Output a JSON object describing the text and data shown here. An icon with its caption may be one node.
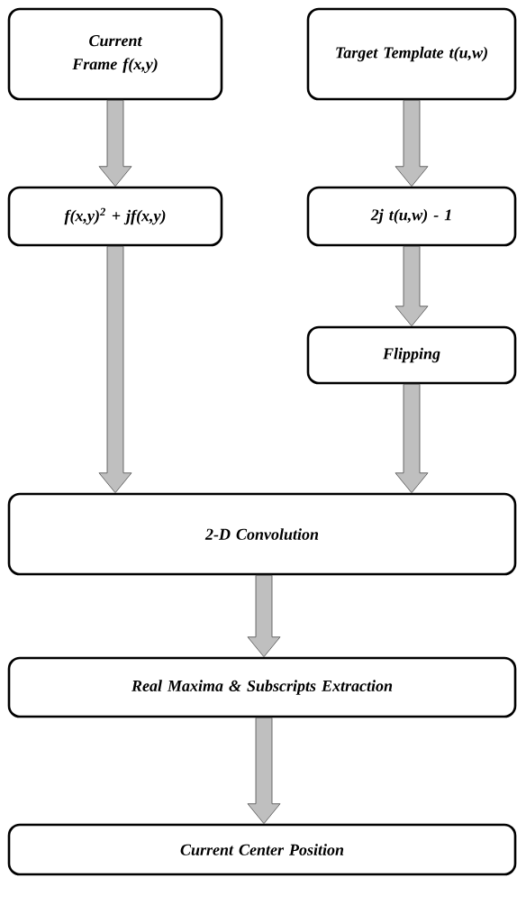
{
  "diagram": {
    "nodes": [
      {
        "text": [
          "Current Frame f(x,y)"
        ]
      },
      {
        "text": [
          "Target Template t(u,w)"
        ]
      },
      {
        "text": [
          "f(x,y)$^{2}$ + jf(x,y)"
        ]
      },
      {
        "text": [
          "2j t(u,w) - 1"
        ]
      },
      {
        "text": [
          "Flipping"
        ]
      },
      {
        "text": [
          "2-D Convolution"
        ]
      },
      {
        "text": [
          "Real Maxima & Subscripts Extraction"
        ]
      },
      {
        "text": [
          "Current Center Position"
        ]
      }
    ],
    "edges": [
      {
        "from": 0,
        "to": 2,
        "arrow": "to"
      },
      {
        "from": 1,
        "to": 3,
        "arrow": "to"
      },
      {
        "from": 3,
        "to": 4,
        "arrow": "to"
      },
      {
        "from": 2,
        "to": 5,
        "arrow": "to"
      },
      {
        "from": 4,
        "to": 5,
        "arrow": "to"
      },
      {
        "from": 5,
        "to": 6,
        "arrow": "to"
      },
      {
        "from": 6,
        "to": 7,
        "arrow": "to"
      }
    ]
  }
}
